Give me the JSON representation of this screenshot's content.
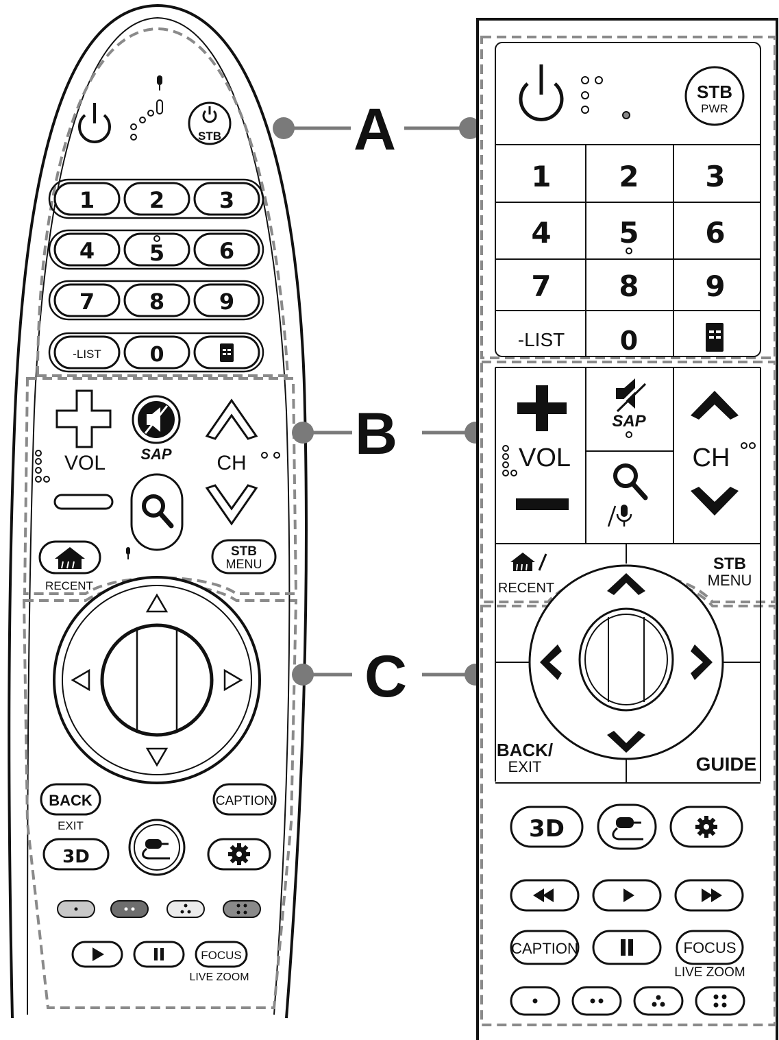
{
  "labels": {
    "a": "A",
    "b": "B",
    "c": "C"
  },
  "left_remote": {
    "stb_power": "STB",
    "numbers": [
      "1",
      "2",
      "3",
      "4",
      "5",
      "6",
      "7",
      "8",
      "9"
    ],
    "list": "-LIST",
    "zero": "0",
    "vol": "VOL",
    "sap": "SAP",
    "ch": "CH",
    "recent": "RECENT",
    "stb_menu_1": "STB",
    "stb_menu_2": "MENU",
    "back": "BACK",
    "exit": "EXIT",
    "caption": "CAPTION",
    "three_d": "3D",
    "focus": "FOCUS",
    "live_zoom": "LIVE ZOOM"
  },
  "right_remote": {
    "stb_pwr_1": "STB",
    "stb_pwr_2": "PWR",
    "numbers": [
      "1",
      "2",
      "3",
      "4",
      "5",
      "6",
      "7",
      "8",
      "9"
    ],
    "list": "-LIST",
    "zero": "0",
    "sap": "SAP",
    "vol": "VOL",
    "ch": "CH",
    "recent": "RECENT",
    "stb_menu_1": "STB",
    "stb_menu_2": "MENU",
    "back_exit_1": "BACK/",
    "back_exit_2": "EXIT",
    "guide": "GUIDE",
    "three_d": "3D",
    "caption": "CAPTION",
    "focus": "FOCUS",
    "live_zoom": "LIVE ZOOM"
  },
  "colors": {
    "dash": "#8a8a8a",
    "marker": "#7a7a7a",
    "ink": "#111111"
  }
}
